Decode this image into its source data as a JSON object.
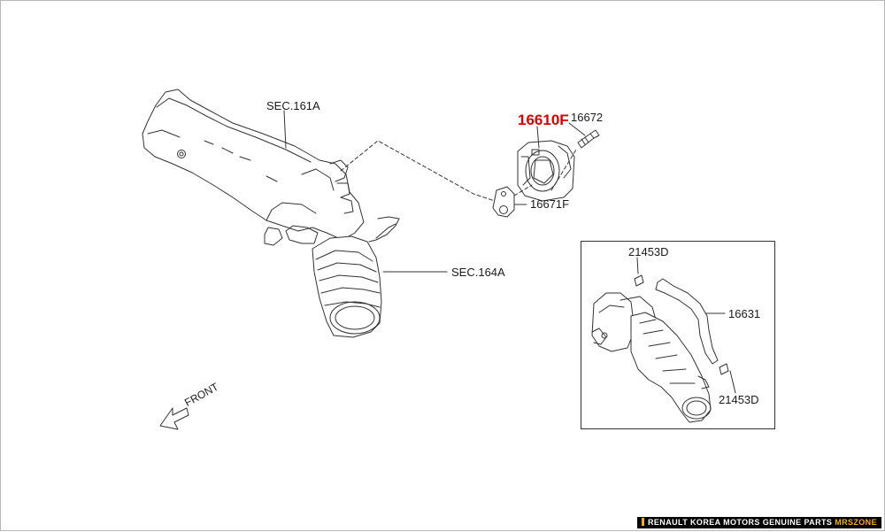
{
  "colors": {
    "highlight": "#e00000",
    "line": "#333333",
    "watermark_bg": "#000000",
    "watermark_accent": "#f0b400"
  },
  "labels": {
    "sec_161a": "SEC.161A",
    "sec_164a": "SEC.164A",
    "part_16610f": "16610F",
    "part_16672": "16672",
    "part_16671f": "16671F",
    "part_21453d_top": "21453D",
    "part_16631": "16631",
    "part_21453d_bottom": "21453D",
    "front": "FRONT"
  },
  "watermark": {
    "main": "RENAULT KOREA MOTORS GENUINE PARTS",
    "brand": "MRSZONE"
  }
}
